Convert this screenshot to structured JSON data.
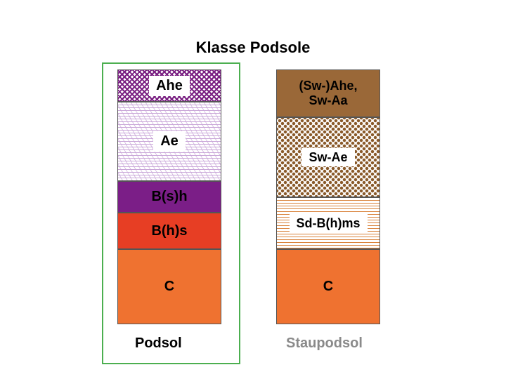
{
  "title": "Klasse Podsole",
  "profiles": [
    {
      "name": "Podsol",
      "horizons": [
        {
          "label": "Ahe"
        },
        {
          "label": "Ae"
        },
        {
          "label": "B(s)h"
        },
        {
          "label": "B(h)s"
        },
        {
          "label": "C"
        }
      ]
    },
    {
      "name": "Staupodsol",
      "horizons": [
        {
          "label": "(Sw-)Ahe,\nSw-Aa"
        },
        {
          "label": "Sw-Ae"
        },
        {
          "label": "Sd-B(h)ms"
        },
        {
          "label": "C"
        }
      ]
    }
  ],
  "colors": {
    "frame": "#4caf50",
    "podsol_caption": "#000000",
    "staupodsol_caption": "#8a8a8a",
    "Ahe": "#7a1f82",
    "B(s)h": "#7b1e87",
    "B(h)s": "#e73e24",
    "C": "#ef7230",
    "Sw-Ahe": "#9a6838",
    "Sw-Ae": "#8a5a2a",
    "Sd-B(h)ms": "#d9823a"
  }
}
